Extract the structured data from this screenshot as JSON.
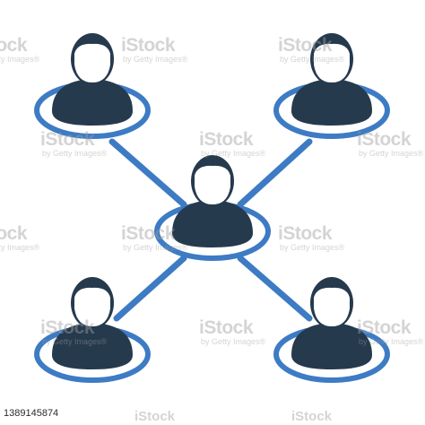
{
  "colors": {
    "person_dark": "#263a4e",
    "accent_blue": "#3d7bc4",
    "background": "#ffffff"
  },
  "watermark": {
    "logo_text": "iStock",
    "credit_text": "by Getty Images®"
  },
  "footer": {
    "image_id": "1389145874",
    "watermark_text": "iStock"
  },
  "icon": {
    "name": "people-network-icon"
  }
}
